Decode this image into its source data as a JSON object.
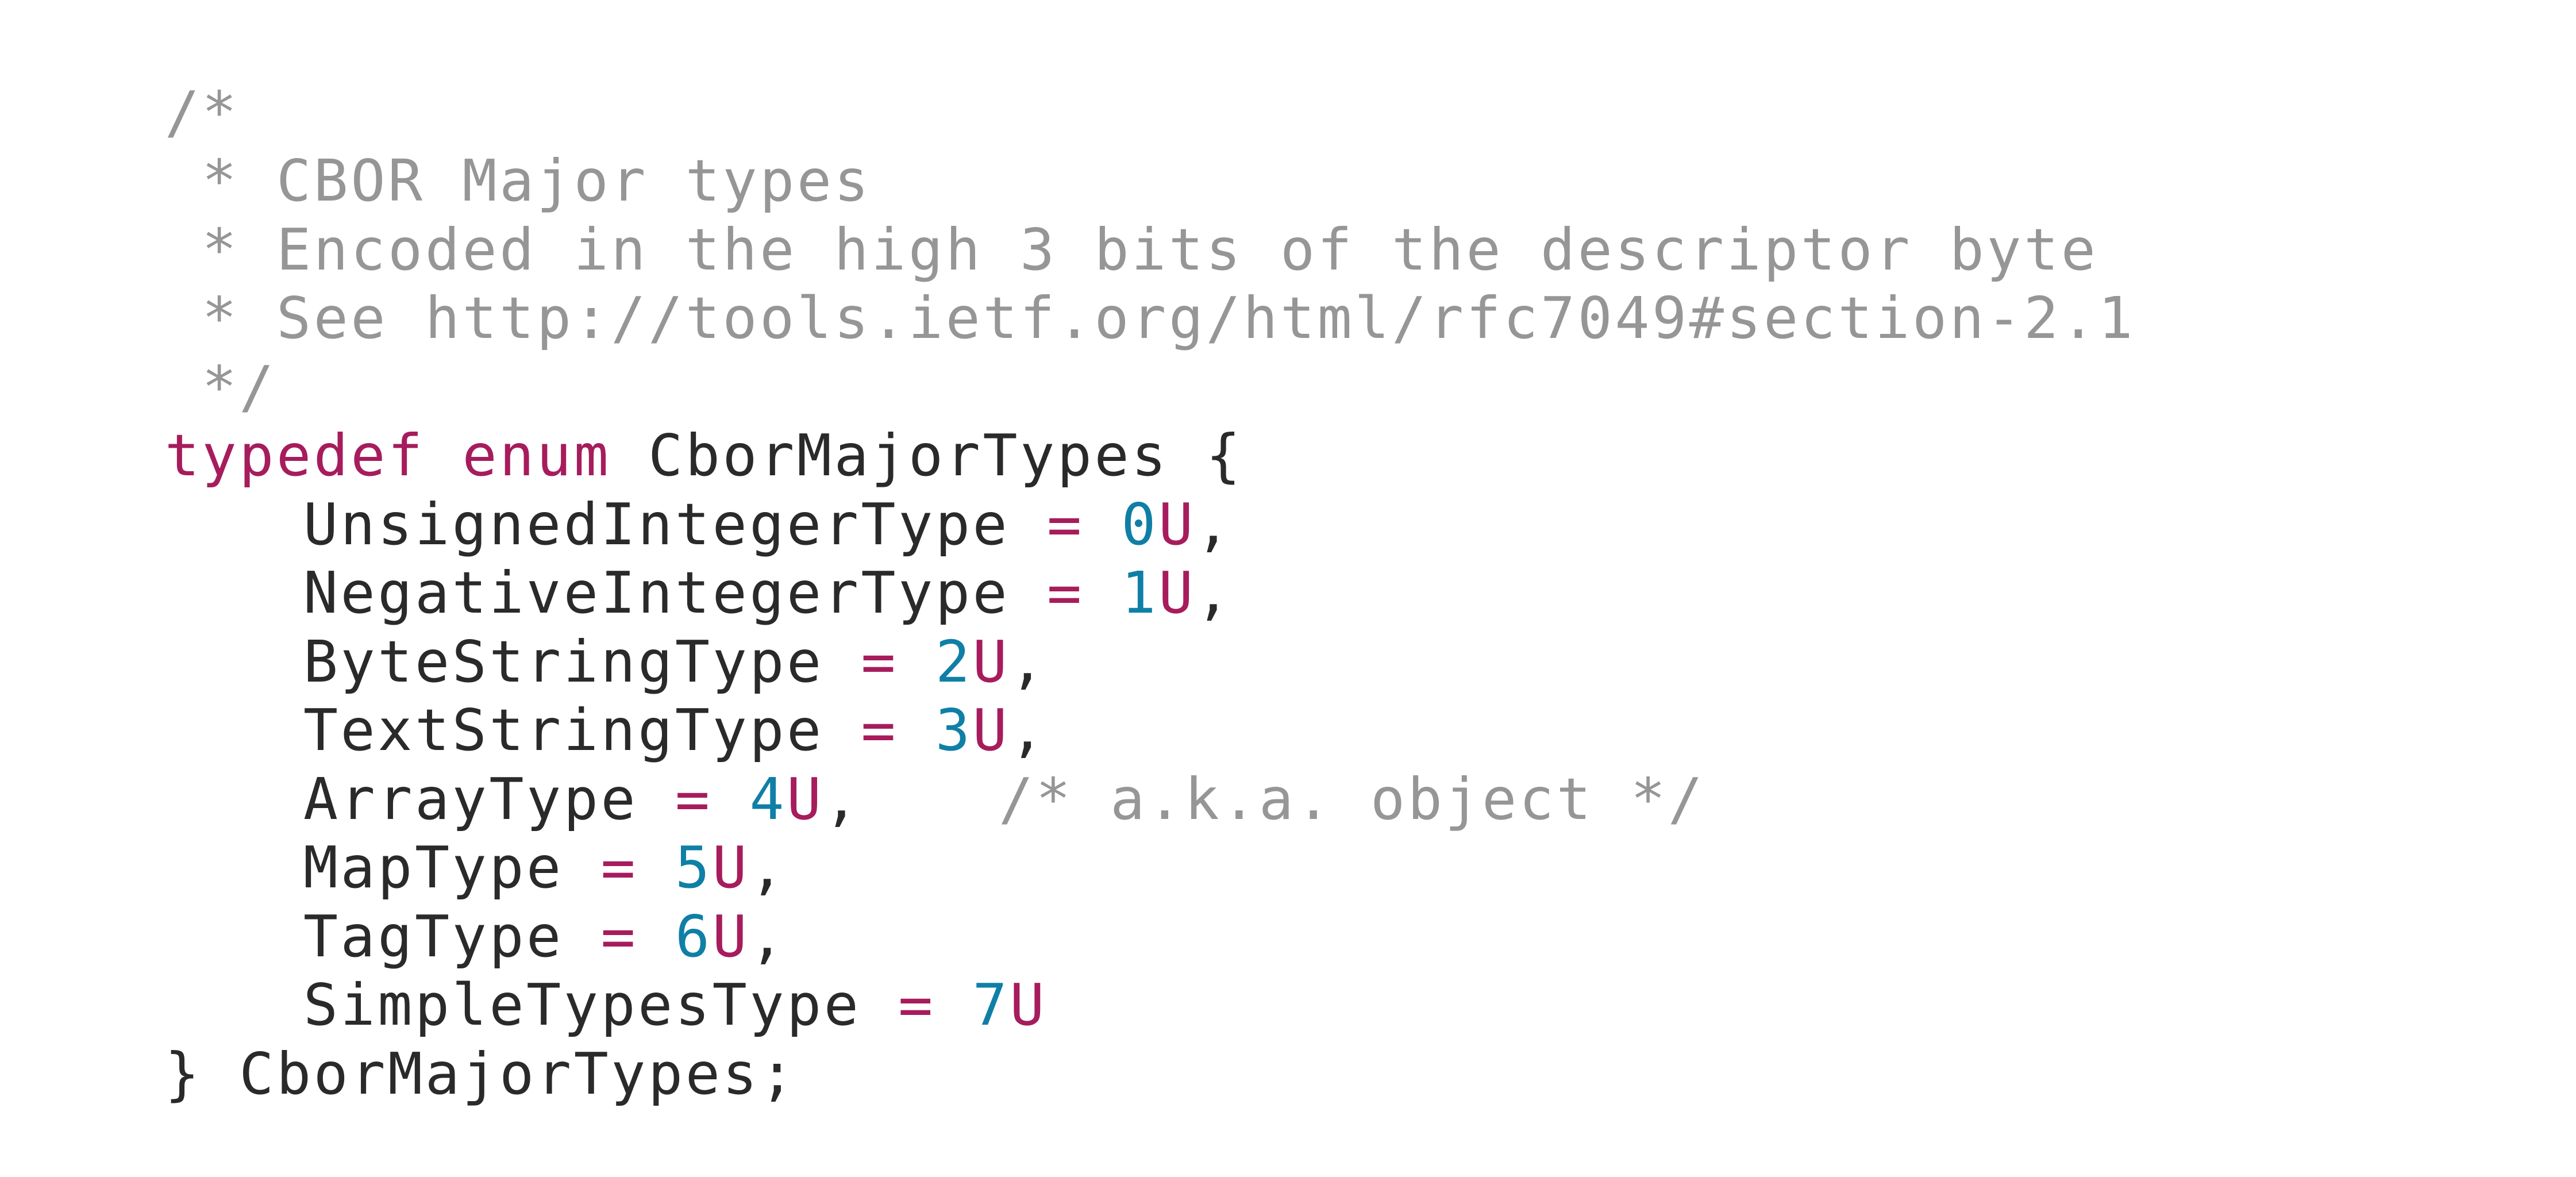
{
  "colors": {
    "comment": "#969696",
    "keyword": "#a61c5c",
    "number": "#0f7fa6",
    "text": "#2a2a2a",
    "background": "#ffffff"
  },
  "header_comment": {
    "open": "/*",
    "line1": " * CBOR Major types",
    "line2": " * Encoded in the high 3 bits of the descriptor byte",
    "line3": " * See http://tools.ietf.org/html/rfc7049#section-2.1",
    "close": " */"
  },
  "declaration": {
    "kw_typedef": "typedef",
    "kw_enum": "enum",
    "name": " CborMajorTypes {"
  },
  "members": [
    {
      "name": "UnsignedIntegerType",
      "op": " = ",
      "value": "0",
      "suffix": "U",
      "sep": ","
    },
    {
      "name": "NegativeIntegerType",
      "op": " = ",
      "value": "1",
      "suffix": "U",
      "sep": ","
    },
    {
      "name": "ByteStringType",
      "op": " = ",
      "value": "2",
      "suffix": "U",
      "sep": ","
    },
    {
      "name": "TextStringType",
      "op": " = ",
      "value": "3",
      "suffix": "U",
      "sep": ","
    },
    {
      "name": "ArrayType",
      "op": " = ",
      "value": "4",
      "suffix": "U",
      "sep": ","
    },
    {
      "name": "MapType",
      "op": " = ",
      "value": "5",
      "suffix": "U",
      "sep": ",",
      "comment": "/* a.k.a. object */"
    },
    {
      "name": "TagType",
      "op": " = ",
      "value": "6",
      "suffix": "U",
      "sep": ","
    },
    {
      "name": "SimpleTypesType",
      "op": " = ",
      "value": "7",
      "suffix": "U",
      "sep": ""
    }
  ],
  "closing": "} CborMajorTypes;"
}
